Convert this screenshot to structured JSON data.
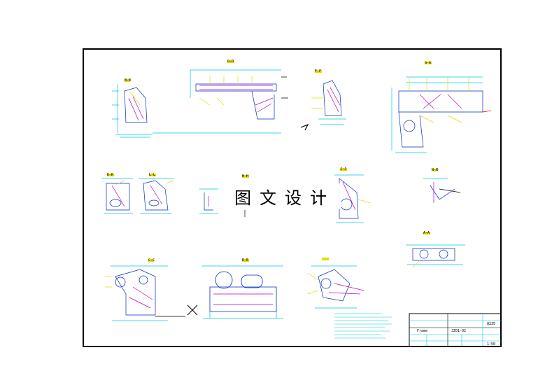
{
  "watermark": {
    "chars": [
      "图",
      "文",
      "设",
      "计"
    ]
  },
  "views": [
    {
      "id": "v1",
      "label": "B-B"
    },
    {
      "id": "v2",
      "label": "D-D"
    },
    {
      "id": "v3",
      "label": "F-F"
    },
    {
      "id": "v4",
      "label": "G-G"
    },
    {
      "id": "v5",
      "label": "K-K"
    },
    {
      "id": "v6",
      "label": "L-L"
    },
    {
      "id": "v7",
      "label": "H-H"
    },
    {
      "id": "v8",
      "label": "J-J"
    },
    {
      "id": "v9",
      "label": "N-N"
    },
    {
      "id": "v10",
      "label": "A-A"
    },
    {
      "id": "v11",
      "label": "C-C"
    },
    {
      "id": "v12",
      "label": "E-E"
    }
  ],
  "title_block": {
    "material": "Q235",
    "name": "Frame",
    "drawing_no": "JZ01-02",
    "scale": "1:50"
  },
  "colors": {
    "border": "#000000",
    "cyan": "#00c8e6",
    "yellow": "#e6dc00",
    "magenta": "#b400c8",
    "blue": "#0028c8",
    "dark": "#000000"
  }
}
